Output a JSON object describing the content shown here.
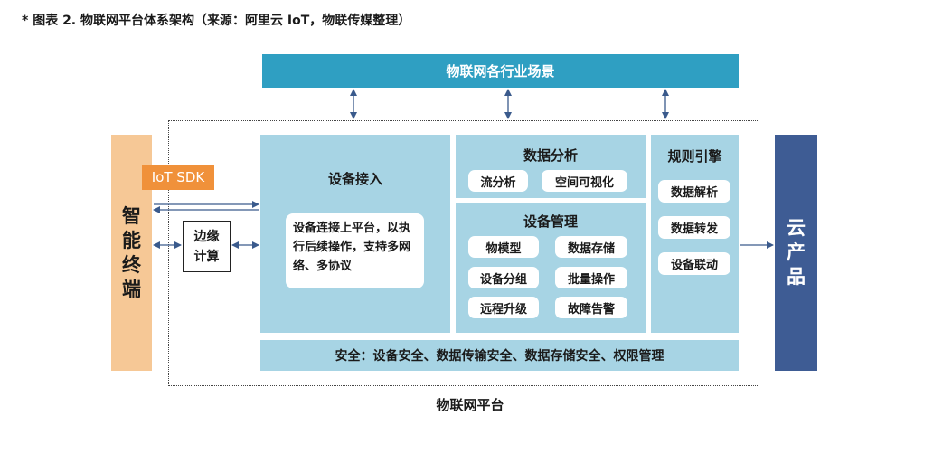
{
  "caption": "* 图表 2. 物联网平台体系架构（来源：阿里云 IoT，物联传媒整理）",
  "scenarios": "物联网各行业场景",
  "platform_label": "物联网平台",
  "terminal": "智能终端",
  "cloud": "云产品",
  "sdk": "IoT SDK",
  "edge": "边缘计算",
  "access": {
    "title": "设备接入",
    "description": "设备连接上平台，以执行后续操作，支持多网络、多协议"
  },
  "analysis": {
    "title": "数据分析",
    "items": [
      "流分析",
      "空间可视化"
    ]
  },
  "management": {
    "title": "设备管理",
    "items": [
      "物模型",
      "数据存储",
      "设备分组",
      "批量操作",
      "远程升级",
      "故障告警"
    ]
  },
  "rules": {
    "title": "规则引擎",
    "items": [
      "数据解析",
      "数据转发",
      "设备联动"
    ]
  },
  "security": "安全：设备安全、数据传输安全、数据存储安全、权限管理",
  "colors": {
    "scenarios": "#2f9fc2",
    "panel": "#a7d4e4",
    "terminal": "#f6c896",
    "cloud": "#3e5c94",
    "sdk": "#f0913a",
    "arrow": "#3a5a8c"
  }
}
